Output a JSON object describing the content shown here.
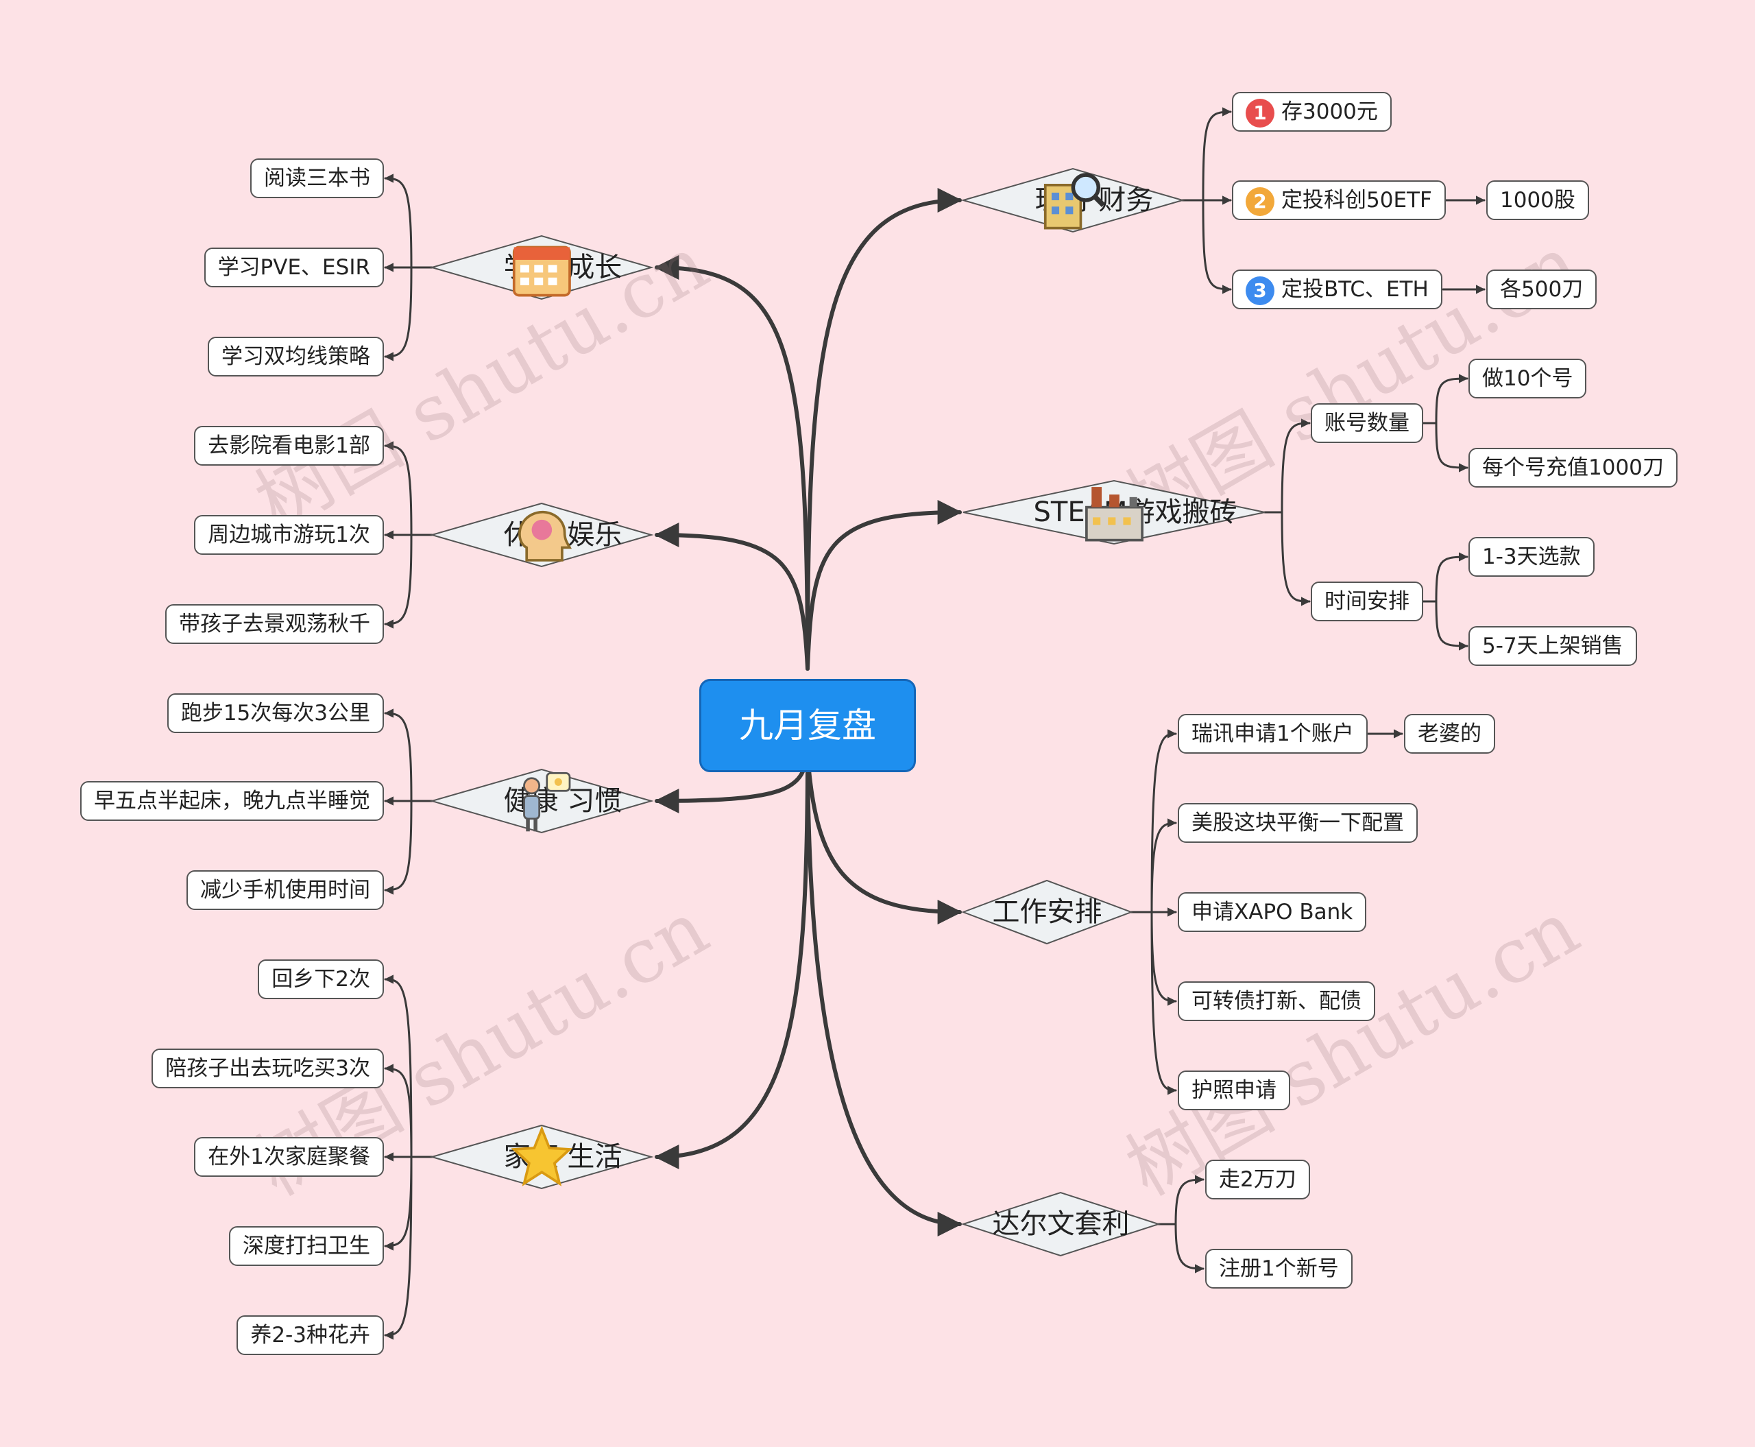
{
  "root": {
    "label": "九月复盘"
  },
  "branches": {
    "finance": {
      "label": "理财 财务",
      "icon": "building-search-icon"
    },
    "steam": {
      "label": "STEAM游戏搬砖",
      "icon": "factory-icon"
    },
    "work": {
      "label": "工作安排"
    },
    "darwin": {
      "label": "达尔文套利"
    },
    "study": {
      "label": "学习 成长",
      "icon": "calendar-icon"
    },
    "leisure": {
      "label": "休闲 娱乐",
      "icon": "brain-icon"
    },
    "health": {
      "label": "健康 习惯",
      "icon": "idea-person-icon"
    },
    "family": {
      "label": "家庭 生活",
      "icon": "star-icon"
    }
  },
  "finance": {
    "items": [
      {
        "badge": "1",
        "label": "存3000元",
        "color": "#e84d4d"
      },
      {
        "badge": "2",
        "label": "定投科创50ETF",
        "color": "#f2a83a",
        "child": "1000股"
      },
      {
        "badge": "3",
        "label": "定投BTC、ETH",
        "color": "#3d8bef",
        "child": "各500刀"
      }
    ]
  },
  "steam": {
    "accounts": {
      "label": "账号数量",
      "children": [
        "做10个号",
        "每个号充值1000刀"
      ]
    },
    "schedule": {
      "label": "时间安排",
      "children": [
        "1-3天选款",
        "5-7天上架销售"
      ]
    }
  },
  "work": {
    "items": [
      "瑞讯申请1个账户",
      "美股这块平衡一下配置",
      "申请XAPO Bank",
      "可转债打新、配债",
      "护照申请"
    ],
    "child": "老婆的"
  },
  "darwin": {
    "items": [
      "走2万刀",
      "注册1个新号"
    ]
  },
  "study": {
    "items": [
      "阅读三本书",
      "学习PVE、ESIR",
      "学习双均线策略"
    ]
  },
  "leisure": {
    "items": [
      "去影院看电影1部",
      "周边城市游玩1次",
      "带孩子去景观荡秋千"
    ]
  },
  "health": {
    "items": [
      "跑步15次每次3公里",
      "早五点半起床，晚九点半睡觉",
      "减少手机使用时间"
    ]
  },
  "family": {
    "items": [
      "回乡下2次",
      "陪孩子出去玩吃买3次",
      "在外1次家庭聚餐",
      "深度打扫卫生",
      "养2-3种花卉"
    ]
  },
  "watermark": "树图 shutu.cn"
}
